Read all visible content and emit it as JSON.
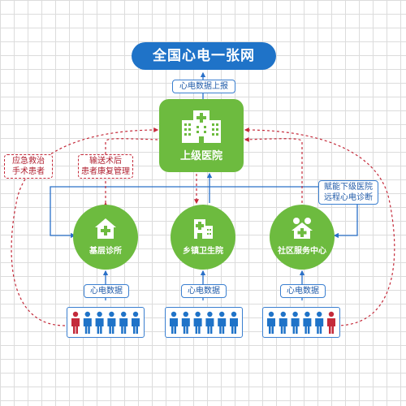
{
  "title": "全国心电一张网",
  "upload_label": "心电数据上报",
  "hospital": {
    "label": "上级医院",
    "icon": "hospital-building-icon"
  },
  "left_tags": {
    "emergency": [
      "应急救治",
      "手术患者"
    ],
    "rehab": [
      "输送术后",
      "患者康复管理"
    ]
  },
  "right_tag": [
    "赋能下级医院",
    "远程心电诊断"
  ],
  "facilities": [
    {
      "label": "基层诊所",
      "icon": "clinic-house-icon",
      "data_label": "心电数据"
    },
    {
      "label": "乡镇卫生院",
      "icon": "township-hospital-icon",
      "data_label": "心电数据"
    },
    {
      "label": "社区服务中心",
      "icon": "community-center-icon",
      "data_label": "心电数据"
    }
  ],
  "colors": {
    "green": "#6dbb3f",
    "blue": "#1f73c8",
    "red": "#c42a3a"
  }
}
